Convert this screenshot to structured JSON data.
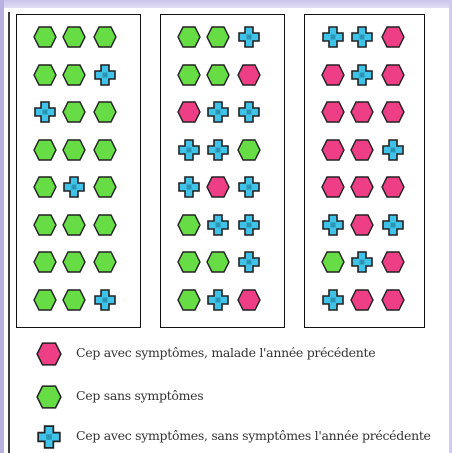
{
  "colors": {
    "pink": "#ee3f86",
    "green": "#66dd44",
    "blue": "#3fc3e8",
    "outline": "#222222"
  },
  "panels": [
    {
      "rows": [
        [
          "green",
          "green",
          "green"
        ],
        [
          "green",
          "green",
          "blue"
        ],
        [
          "blue",
          "green",
          "green"
        ],
        [
          "green",
          "green",
          "green"
        ],
        [
          "green",
          "blue",
          "green"
        ],
        [
          "green",
          "green",
          "green"
        ],
        [
          "green",
          "green",
          "green"
        ],
        [
          "green",
          "green",
          "blue"
        ]
      ]
    },
    {
      "rows": [
        [
          "green",
          "green",
          "blue"
        ],
        [
          "green",
          "green",
          "pink"
        ],
        [
          "pink",
          "blue",
          "blue"
        ],
        [
          "blue",
          "blue",
          "green"
        ],
        [
          "blue",
          "pink",
          "blue"
        ],
        [
          "green",
          "blue",
          "blue"
        ],
        [
          "green",
          "green",
          "blue"
        ],
        [
          "green",
          "blue",
          "pink"
        ]
      ]
    },
    {
      "rows": [
        [
          "blue",
          "blue",
          "pink"
        ],
        [
          "pink",
          "blue",
          "pink"
        ],
        [
          "pink",
          "pink",
          "pink"
        ],
        [
          "pink",
          "pink",
          "blue"
        ],
        [
          "pink",
          "pink",
          "pink"
        ],
        [
          "blue",
          "pink",
          "blue"
        ],
        [
          "green",
          "blue",
          "pink"
        ],
        [
          "blue",
          "pink",
          "pink"
        ]
      ]
    }
  ],
  "legend": [
    {
      "icon": "pink-hexagon-icon",
      "shape": "pink",
      "label": "Cep avec symptômes, malade l'année précédente"
    },
    {
      "icon": "green-hexagon-icon",
      "shape": "green",
      "label": "Cep sans symptômes"
    },
    {
      "icon": "blue-cross-icon",
      "shape": "blue",
      "label": "Cep avec symptômes, sans symptômes l'année précédente"
    }
  ]
}
